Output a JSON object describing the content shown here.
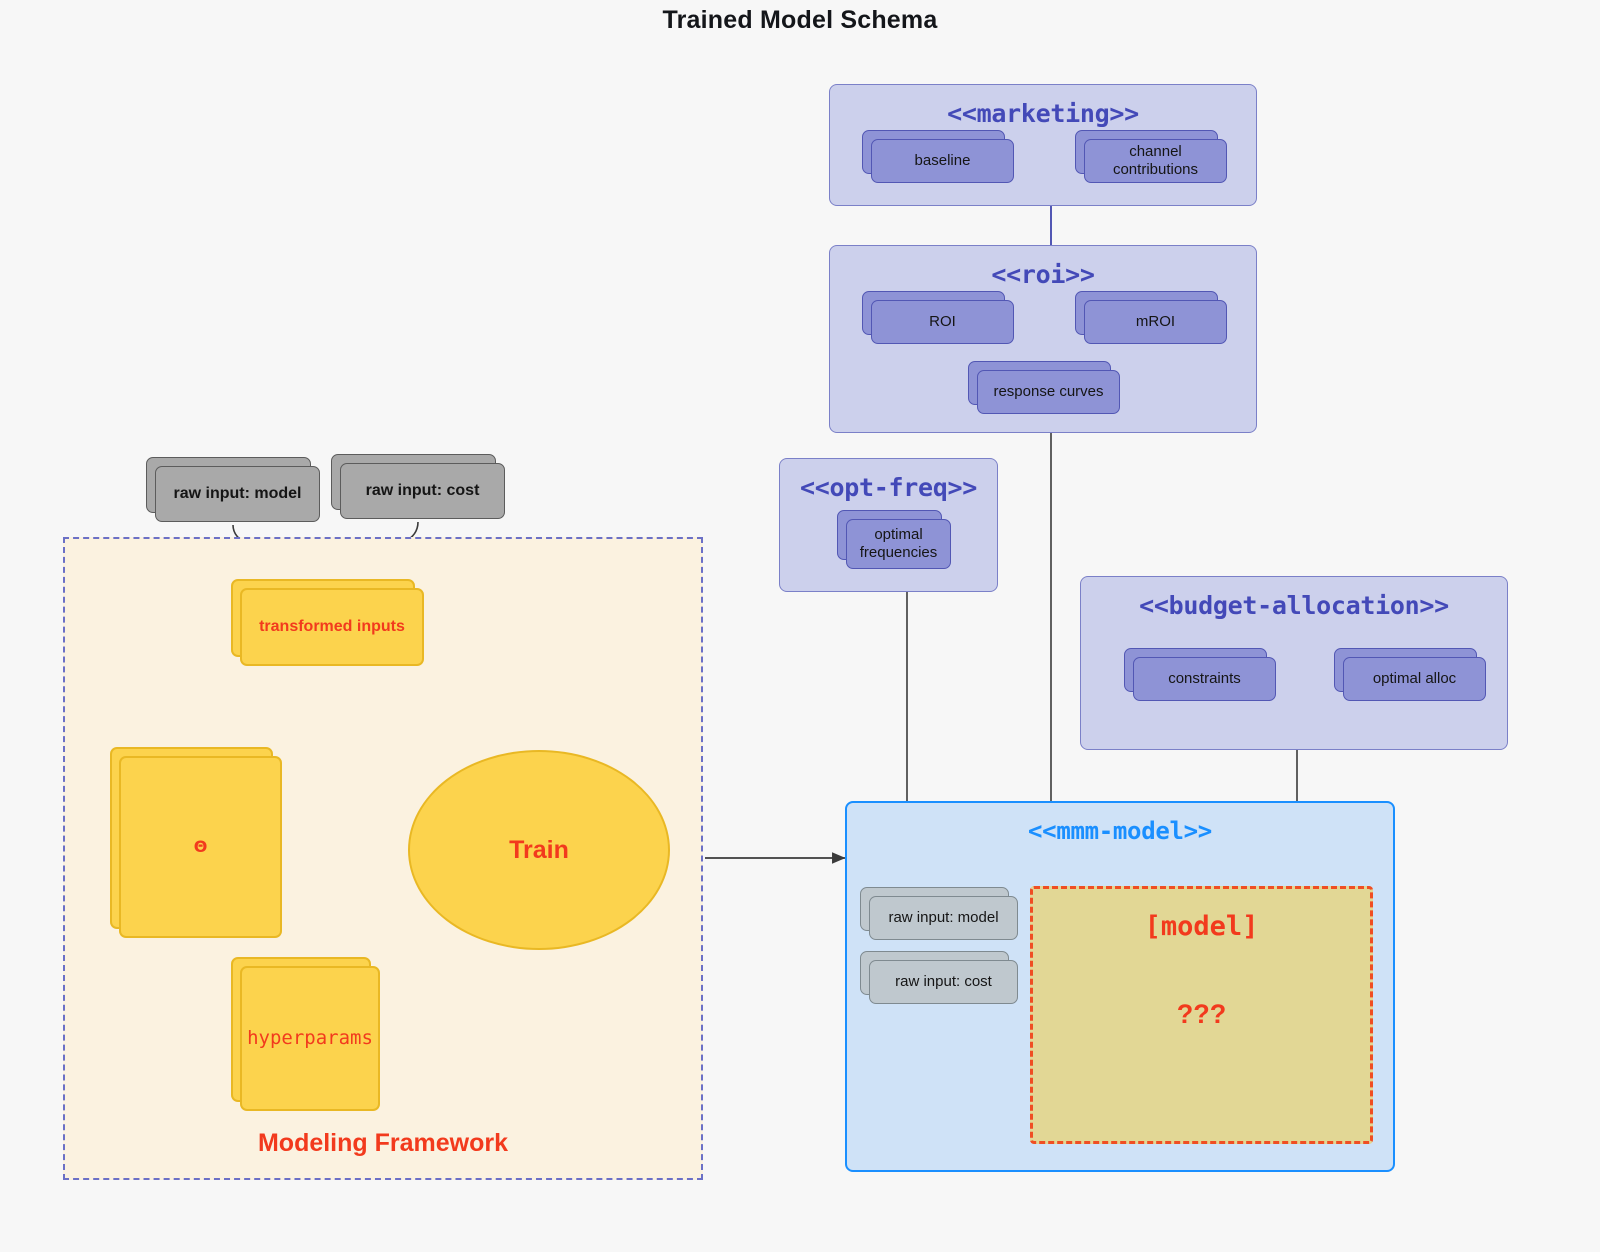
{
  "title": "Trained Model Schema",
  "colors": {
    "background": "#f7f7f7",
    "package_fill": "#ccd0ec",
    "package_border": "#7b80c8",
    "package_title": "#4349b8",
    "node_purple_fill": "#8e93d6",
    "node_purple_border": "#5257b4",
    "blue_package_fill": "#cfe2f7",
    "blue_package_border": "#1a8fff",
    "gray_node_fill": "#a9a9a9",
    "gray_node_light_fill": "#bfc8ce",
    "yellow_node_fill": "#fcd34d",
    "yellow_node_border": "#e9b824",
    "framework_fill": "#fbf2e0",
    "framework_border": "#6b70c6",
    "accent_red": "#f23a1d",
    "placeholder_fill": "#e2d795",
    "placeholder_border": "#f04e23",
    "edge_gray": "#4a4a4a"
  },
  "packages": {
    "marketing": {
      "title": "<<marketing>>",
      "nodes": [
        {
          "label": "baseline"
        },
        {
          "label": "channel contributions"
        }
      ]
    },
    "roi": {
      "title": "<<roi>>",
      "nodes": [
        {
          "label": "ROI"
        },
        {
          "label": "mROI"
        },
        {
          "label": "response curves"
        }
      ]
    },
    "opt_freq": {
      "title": "<<opt-freq>>",
      "nodes": [
        {
          "label": "optimal\nfrequencies"
        }
      ]
    },
    "budget_allocation": {
      "title": "<<budget-allocation>>",
      "nodes": [
        {
          "label": "constraints"
        },
        {
          "label": "optimal alloc"
        }
      ]
    },
    "mmm_model": {
      "title": "<<mmm-model>>",
      "inputs": [
        {
          "label": "raw input: model"
        },
        {
          "label": "raw input: cost"
        }
      ],
      "placeholder": {
        "title": "[model]",
        "subtitle": "???"
      }
    }
  },
  "framework": {
    "label": "Modeling Framework",
    "raw_inputs": [
      {
        "label": "raw input: model"
      },
      {
        "label": "raw input: cost"
      }
    ],
    "transformed_inputs": {
      "label": "transformed inputs"
    },
    "theta": {
      "glyph": "Θ",
      "name": "theta"
    },
    "hyperparams": {
      "label": "hyperparams"
    },
    "train": {
      "label": "Train"
    }
  },
  "edges": [
    {
      "from": "raw input: model",
      "to": "transformed inputs",
      "style": "curved-arrow",
      "color": "#3b3b3b"
    },
    {
      "from": "raw input: cost",
      "to": "transformed inputs",
      "style": "curved-arrow",
      "color": "#3b3b3b"
    },
    {
      "from": "transformed inputs",
      "to": "Train",
      "style": "curved-arrow",
      "color": "#f23a1d"
    },
    {
      "from": "theta",
      "to": "Train",
      "style": "straight-arrow",
      "color": "#f23a1d"
    },
    {
      "from": "hyperparams",
      "to": "Train",
      "style": "curved-arrow",
      "color": "#f23a1d"
    },
    {
      "from": "Modeling Framework",
      "to": "<<mmm-model>>",
      "style": "straight-arrow",
      "color": "#3b3b3b"
    },
    {
      "from": "baseline",
      "to": "channel contributions",
      "style": "double-arrow",
      "color": "#5257b4"
    },
    {
      "from": "ROI",
      "to": "mROI",
      "style": "double-arrow",
      "color": "#5257b4"
    },
    {
      "from": "constraints",
      "to": "optimal alloc",
      "style": "double-arrow",
      "color": "#5257b4"
    },
    {
      "from": "<<marketing>>",
      "to": "<<roi>>",
      "style": "line",
      "color": "#5257b4"
    },
    {
      "from": "<<roi>>",
      "to": "<<mmm-model>>",
      "style": "line",
      "color": "#3b3b3b"
    },
    {
      "from": "<<opt-freq>>",
      "to": "<<mmm-model>>",
      "style": "line",
      "color": "#3b3b3b"
    },
    {
      "from": "<<budget-allocation>>",
      "to": "<<mmm-model>>",
      "style": "line",
      "color": "#3b3b3b"
    }
  ]
}
